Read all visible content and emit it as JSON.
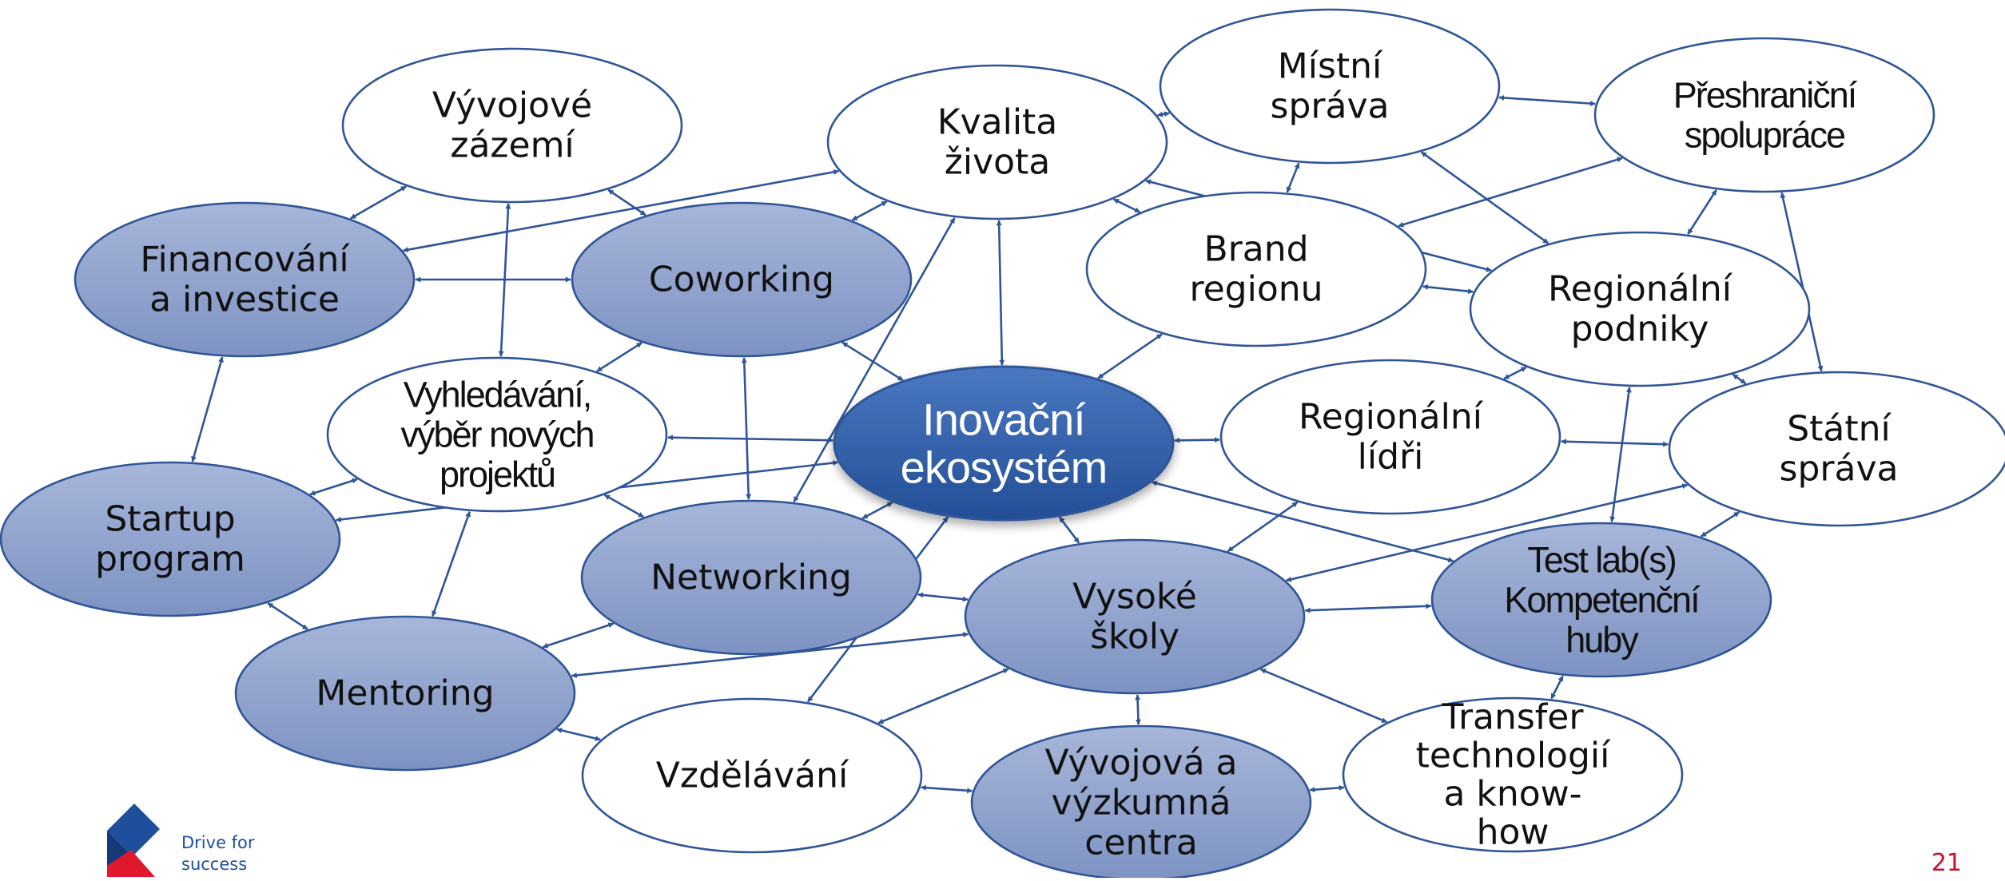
{
  "nodes": [
    {
      "id": "vyvojove-zazemi",
      "lines": [
        "Vývojové",
        "zázemí"
      ],
      "style": "white"
    },
    {
      "id": "kvalita-zivota",
      "lines": [
        "Kvalita",
        "života"
      ],
      "style": "white"
    },
    {
      "id": "mistni-sprava",
      "lines": [
        "Místní",
        "správa"
      ],
      "style": "white"
    },
    {
      "id": "preshranicni-spoluprace",
      "lines": [
        "Přeshraniční",
        "spolupráce"
      ],
      "style": "white"
    },
    {
      "id": "financovani",
      "lines": [
        "Financování",
        "a investice"
      ],
      "style": "blue"
    },
    {
      "id": "coworking",
      "lines": [
        "Coworking"
      ],
      "style": "blue"
    },
    {
      "id": "brand-regionu",
      "lines": [
        "Brand",
        "regionu"
      ],
      "style": "white"
    },
    {
      "id": "regionalni-podniky",
      "lines": [
        "Regionální",
        "podniky"
      ],
      "style": "white"
    },
    {
      "id": "vyhledavani",
      "lines": [
        "Vyhledávání,",
        "výběr nových",
        "projektů"
      ],
      "style": "white"
    },
    {
      "id": "inovacni-ekosystem",
      "lines": [
        "Inovační",
        "ekosystém"
      ],
      "style": "center"
    },
    {
      "id": "regionalni-lidri",
      "lines": [
        "Regionální",
        "lídři"
      ],
      "style": "white"
    },
    {
      "id": "statni-sprava",
      "lines": [
        "Státní",
        "správa"
      ],
      "style": "white"
    },
    {
      "id": "startup-program",
      "lines": [
        "Startup",
        "program"
      ],
      "style": "blue"
    },
    {
      "id": "networking",
      "lines": [
        "Networking"
      ],
      "style": "blue"
    },
    {
      "id": "vysoke-skoly",
      "lines": [
        "Vysoké",
        "školy"
      ],
      "style": "blue"
    },
    {
      "id": "test-labs",
      "lines": [
        "Test lab(s)",
        "Kompetenční",
        "huby"
      ],
      "style": "blue"
    },
    {
      "id": "mentoring",
      "lines": [
        "Mentoring"
      ],
      "style": "blue"
    },
    {
      "id": "vzdelavani",
      "lines": [
        "Vzdělávání"
      ],
      "style": "white"
    },
    {
      "id": "vyvojova-vyzkumna-centra",
      "lines": [
        "Vývojová a",
        "výzkumná",
        "centra"
      ],
      "style": "blue"
    },
    {
      "id": "transfer-technologii",
      "lines": [
        "Transfer",
        "technologií",
        "a know-",
        "how"
      ],
      "style": "white"
    }
  ],
  "edges": [
    [
      "financovani",
      "vyvojove-zazemi"
    ],
    [
      "financovani",
      "startup-program"
    ],
    [
      "financovani",
      "kvalita-zivota"
    ],
    [
      "coworking",
      "vyvojove-zazemi"
    ],
    [
      "coworking",
      "financovani"
    ],
    [
      "coworking",
      "vyhledavani"
    ],
    [
      "coworking",
      "inovacni-ekosystem"
    ],
    [
      "coworking",
      "networking"
    ],
    [
      "coworking",
      "kvalita-zivota"
    ],
    [
      "vyhledavani",
      "vyvojove-zazemi"
    ],
    [
      "vyhledavani",
      "startup-program"
    ],
    [
      "vyhledavani",
      "mentoring"
    ],
    [
      "vyhledavani",
      "inovacni-ekosystem"
    ],
    [
      "vyhledavani",
      "networking"
    ],
    [
      "startup-program",
      "mentoring"
    ],
    [
      "startup-program",
      "inovacni-ekosystem"
    ],
    [
      "mentoring",
      "vzdelavani"
    ],
    [
      "mentoring",
      "vysoke-skoly"
    ],
    [
      "mentoring",
      "networking"
    ],
    [
      "networking",
      "inovacni-ekosystem"
    ],
    [
      "networking",
      "vysoke-skoly"
    ],
    [
      "networking",
      "kvalita-zivota"
    ],
    [
      "kvalita-zivota",
      "inovacni-ekosystem"
    ],
    [
      "kvalita-zivota",
      "mistni-sprava"
    ],
    [
      "kvalita-zivota",
      "brand-regionu"
    ],
    [
      "kvalita-zivota",
      "regionalni-podniky"
    ],
    [
      "mistni-sprava",
      "preshranicni-spoluprace"
    ],
    [
      "mistni-sprava",
      "brand-regionu"
    ],
    [
      "mistni-sprava",
      "regionalni-podniky"
    ],
    [
      "brand-regionu",
      "preshranicni-spoluprace"
    ],
    [
      "brand-regionu",
      "regionalni-podniky"
    ],
    [
      "brand-regionu",
      "inovacni-ekosystem"
    ],
    [
      "preshranicni-spoluprace",
      "regionalni-podniky"
    ],
    [
      "preshranicni-spoluprace",
      "statni-sprava"
    ],
    [
      "regionalni-podniky",
      "statni-sprava"
    ],
    [
      "regionalni-podniky",
      "regionalni-lidri"
    ],
    [
      "regionalni-podniky",
      "test-labs"
    ],
    [
      "regionalni-lidri",
      "inovacni-ekosystem"
    ],
    [
      "regionalni-lidri",
      "statni-sprava"
    ],
    [
      "regionalni-lidri",
      "vysoke-skoly"
    ],
    [
      "statni-sprava",
      "test-labs"
    ],
    [
      "statni-sprava",
      "vysoke-skoly"
    ],
    [
      "inovacni-ekosystem",
      "vysoke-skoly"
    ],
    [
      "inovacni-ekosystem",
      "test-labs"
    ],
    [
      "inovacni-ekosystem",
      "vzdelavani"
    ],
    [
      "vysoke-skoly",
      "test-labs"
    ],
    [
      "vysoke-skoly",
      "vzdelavani"
    ],
    [
      "vysoke-skoly",
      "vyvojova-vyzkumna-centra"
    ],
    [
      "vysoke-skoly",
      "transfer-technologii"
    ],
    [
      "vzdelavani",
      "vyvojova-vyzkumna-centra"
    ],
    [
      "vyvojova-vyzkumna-centra",
      "transfer-technologii"
    ],
    [
      "transfer-technologii",
      "test-labs"
    ]
  ],
  "colors": {
    "outline": "#2f5597",
    "blue_fill": "#8fa2cc",
    "center_fill": "#2f5fa8",
    "white_fill": "#ffffff",
    "page_number": "#c8102e",
    "brand_blue": "#1f4e9c",
    "brand_red": "#e0182d"
  },
  "logo": {
    "icon": "drive-for-success-logo-icon",
    "lines": [
      "Drive for",
      "success"
    ]
  },
  "page_number": "21"
}
